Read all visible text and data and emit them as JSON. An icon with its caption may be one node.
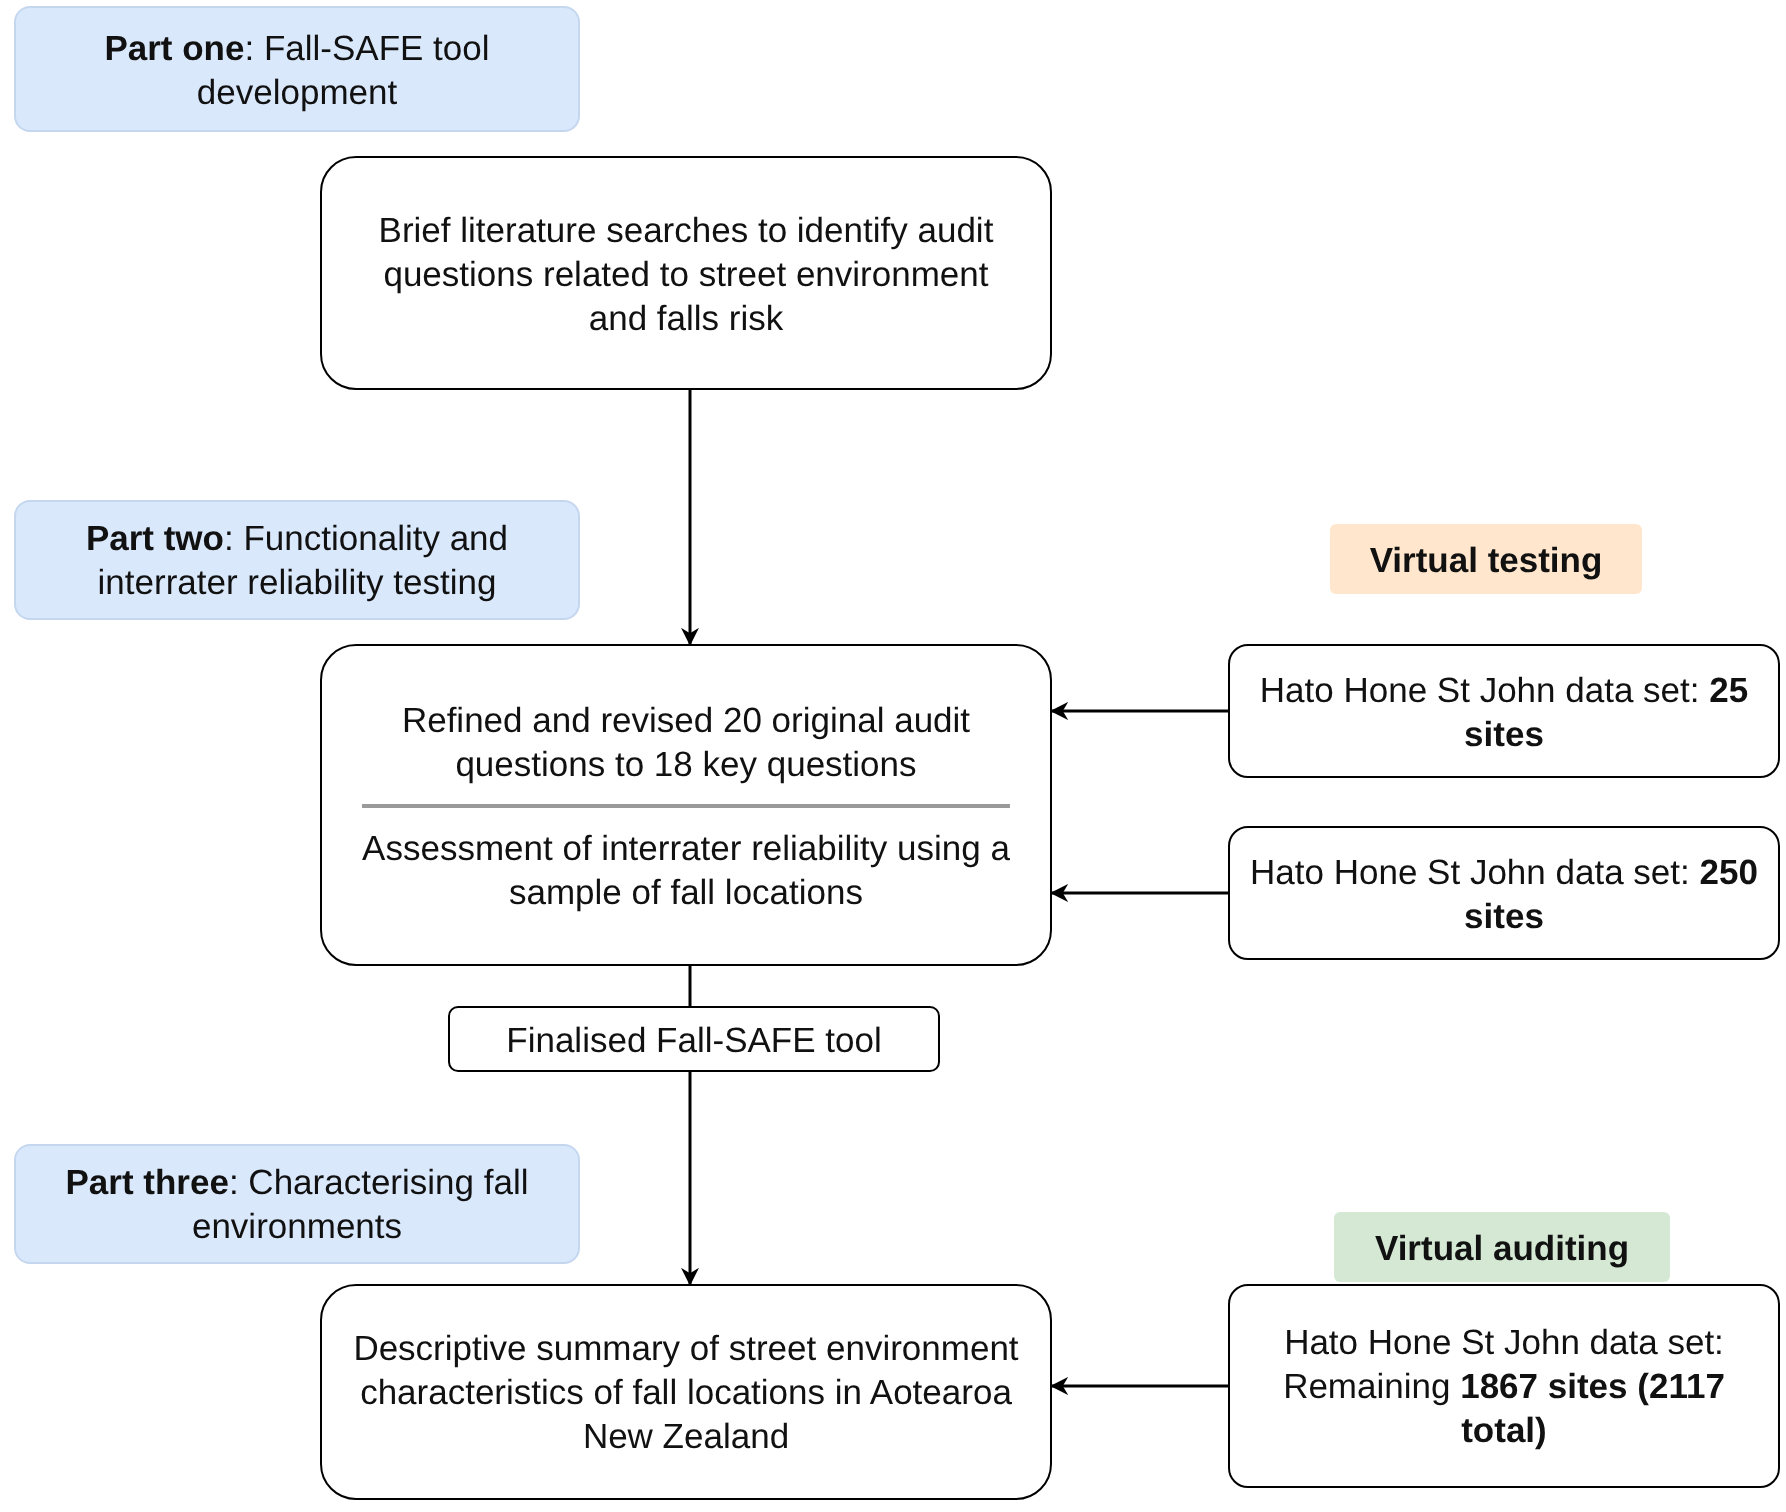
{
  "diagram": {
    "nodes": [
      {
        "text": [
          "**Part one**: Fall-SAFE tool development"
        ]
      },
      {
        "text": [
          "Brief literature searches to identify audit questions related to street environment and falls risk"
        ]
      },
      {
        "text": [
          "**Part two**: Functionality and interrater reliability testing"
        ]
      },
      {
        "text": [
          "Virtual testing"
        ]
      },
      {
        "text": [
          "Refined and revised 20 original audit questions to 18 key questions",
          "Assessment of interrater reliability using a sample of fall locations"
        ]
      },
      {
        "text": [
          "Hato Hone St John data set: **25 sites**"
        ]
      },
      {
        "text": [
          "Hato Hone St John data set: **250 sites**"
        ]
      },
      {
        "text": [
          "Finalised Fall-SAFE tool"
        ]
      },
      {
        "text": [
          "**Part three**: Characterising fall environments"
        ]
      },
      {
        "text": [
          "Virtual auditing"
        ]
      },
      {
        "text": [
          "Descriptive summary of street environment characteristics of fall locations in Aotearoa New Zealand"
        ]
      },
      {
        "text": [
          "Hato Hone St John data set: Remaining **1867 sites (2117 total)**"
        ]
      }
    ],
    "edges": [
      {
        "from": 1,
        "to": 4,
        "arrow": "to"
      },
      {
        "from": 5,
        "to": 4,
        "arrow": "to"
      },
      {
        "from": 6,
        "to": 4,
        "arrow": "to"
      },
      {
        "from": 4,
        "to": 7,
        "arrow": "none"
      },
      {
        "from": 7,
        "to": 10,
        "arrow": "to"
      },
      {
        "from": 11,
        "to": 10,
        "arrow": "to"
      }
    ]
  }
}
